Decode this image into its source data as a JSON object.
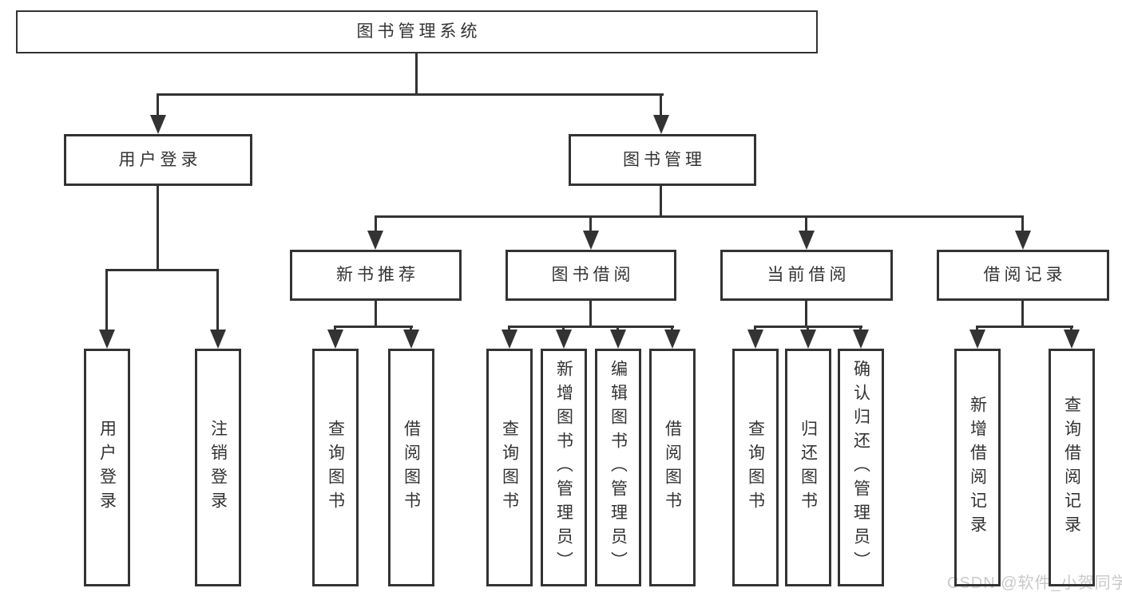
{
  "diagram": {
    "root": "图书管理系统",
    "branches": {
      "user_login": {
        "label": "用户登录",
        "children": [
          "用户登录",
          "注销登录"
        ]
      },
      "book_management": {
        "label": "图书管理",
        "sections": [
          {
            "label": "新书推荐",
            "children": [
              "查询图书",
              "借阅图书"
            ]
          },
          {
            "label": "图书借阅",
            "children": [
              "查询图书",
              "新增图书（管理员）",
              "编辑图书（管理员）",
              "借阅图书"
            ]
          },
          {
            "label": "当前借阅",
            "children": [
              "查询图书",
              "归还图书",
              "确认归还（管理员）"
            ]
          },
          {
            "label": "借阅记录",
            "children": [
              "新增借阅记录",
              "查询借阅记录"
            ]
          }
        ]
      }
    }
  },
  "watermark": "CSDN @软件_小贺同学",
  "colors": {
    "line": "#333333",
    "text": "#333333",
    "watermark": "#c9c9c9",
    "background": "#ffffff"
  }
}
